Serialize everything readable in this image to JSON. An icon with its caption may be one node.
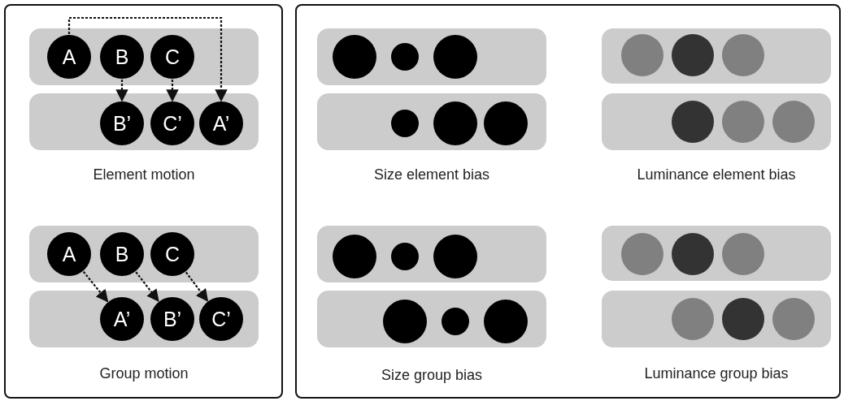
{
  "diagram": {
    "nodes": [
      {
        "text": [],
        "shape": "box"
      },
      {
        "text": [
          "A"
        ],
        "in": 0
      },
      {
        "text": [
          "B"
        ],
        "in": 0
      },
      {
        "text": [
          "C"
        ],
        "in": 0
      },
      {
        "text": [],
        "shape": "box"
      },
      {
        "text": [
          "B’"
        ],
        "in": 4
      },
      {
        "text": [
          "C’"
        ],
        "in": 4
      },
      {
        "text": [
          "A’"
        ],
        "in": 4
      },
      {
        "text": [],
        "shape": "box"
      },
      {
        "text": [
          "A"
        ],
        "in": 8
      },
      {
        "text": [
          "B"
        ],
        "in": 8
      },
      {
        "text": [
          "C"
        ],
        "in": 8
      },
      {
        "text": [],
        "shape": "box"
      },
      {
        "text": [
          "A’"
        ],
        "in": 12
      },
      {
        "text": [
          "B’"
        ],
        "in": 12
      },
      {
        "text": [
          "C’"
        ],
        "in": 12
      },
      {
        "text": [],
        "shape": "box"
      },
      {
        "text": [],
        "shape": "circle",
        "in": 16
      },
      {
        "text": [],
        "shape": "circle",
        "in": 16
      },
      {
        "text": [],
        "shape": "circle",
        "in": 16
      },
      {
        "text": [],
        "shape": "box"
      },
      {
        "text": [],
        "shape": "circle",
        "in": 20
      },
      {
        "text": [],
        "shape": "circle",
        "in": 20
      },
      {
        "text": [],
        "shape": "circle",
        "in": 20
      },
      {
        "text": [],
        "shape": "box"
      },
      {
        "text": [],
        "shape": "circle",
        "in": 24
      },
      {
        "text": [],
        "shape": "circle",
        "in": 24
      },
      {
        "text": [],
        "shape": "circle",
        "in": 24
      },
      {
        "text": [],
        "shape": "box"
      },
      {
        "text": [],
        "shape": "circle",
        "in": 28
      },
      {
        "text": [],
        "shape": "circle",
        "in": 28
      },
      {
        "text": [],
        "shape": "circle",
        "in": 28
      },
      {
        "text": [],
        "shape": "box"
      },
      {
        "text": [],
        "shape": "circle",
        "in": 32
      },
      {
        "text": [],
        "shape": "circle",
        "in": 32
      },
      {
        "text": [],
        "shape": "circle",
        "in": 32
      },
      {
        "text": [],
        "shape": "box"
      },
      {
        "text": [],
        "shape": "circle",
        "in": 36
      },
      {
        "text": [],
        "shape": "circle",
        "in": 36
      },
      {
        "text": [],
        "shape": "circle",
        "in": 36
      },
      {
        "text": [],
        "shape": "box"
      },
      {
        "text": [],
        "shape": "circle",
        "in": 40
      },
      {
        "text": [],
        "shape": "circle",
        "in": 40
      },
      {
        "text": [],
        "shape": "circle",
        "in": 40
      },
      {
        "text": [],
        "shape": "box"
      },
      {
        "text": [],
        "shape": "circle",
        "in": 44
      },
      {
        "text": [],
        "shape": "circle",
        "in": 44
      },
      {
        "text": [],
        "shape": "circle",
        "in": 44
      }
    ],
    "edges": [
      {
        "from": 1,
        "to": 7,
        "arrow": "to",
        "style": "dashed"
      },
      {
        "from": 2,
        "to": 5,
        "arrow": "to",
        "style": "dashed"
      },
      {
        "from": 3,
        "to": 6,
        "arrow": "to",
        "style": "dashed"
      },
      {
        "from": 9,
        "to": 13,
        "arrow": "to",
        "style": "dashed"
      },
      {
        "from": 10,
        "to": 14,
        "arrow": "to",
        "style": "dashed"
      },
      {
        "from": 11,
        "to": 15,
        "arrow": "to",
        "style": "dashed"
      }
    ],
    "labels": [
      "Element motion",
      "Size element bias",
      "Luminance element bias",
      "Group motion",
      "Size group bias",
      "Luminance group bias"
    ]
  }
}
